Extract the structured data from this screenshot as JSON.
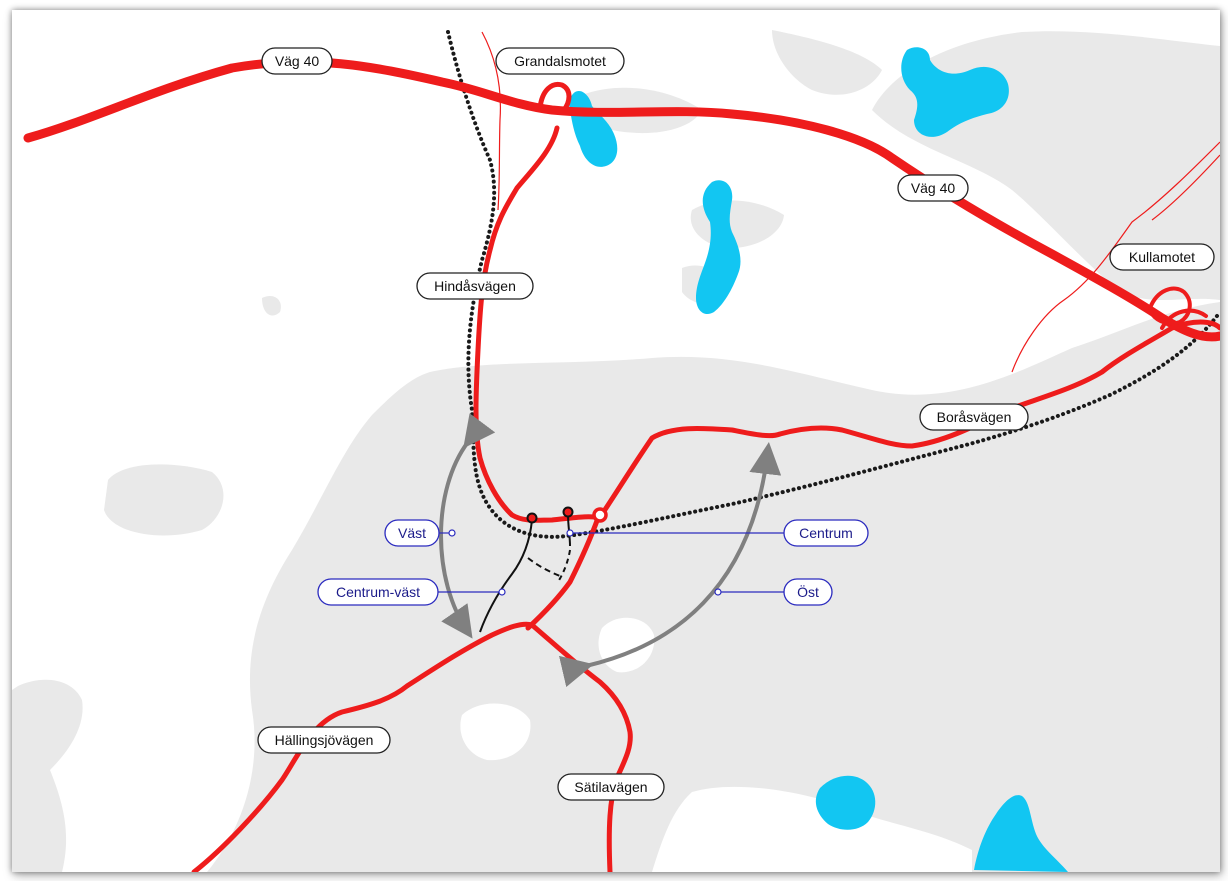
{
  "map": {
    "colors": {
      "background": "#ffffff",
      "land": "#e9e9e9",
      "water": "#12c6f2",
      "road": "#ee1c1c",
      "railway": "#1a1a1a",
      "alternative_arrow": "#808080",
      "alternative_label": "#2b2bbf"
    },
    "road_labels": {
      "vag40_west": "Väg 40",
      "vag40_east": "Väg 40",
      "grandalsmotet": "Grandalsmotet",
      "kullamotet": "Kullamotet",
      "hindasvagen": "Hindåsvägen",
      "borasvagen": "Boråsvägen",
      "hallingsjovagen": "Hällingsjövägen",
      "satilavagen": "Sätilavägen"
    },
    "alternatives": {
      "vast": "Väst",
      "centrum": "Centrum",
      "centrum_vast": "Centrum-väst",
      "ost": "Öst"
    }
  }
}
